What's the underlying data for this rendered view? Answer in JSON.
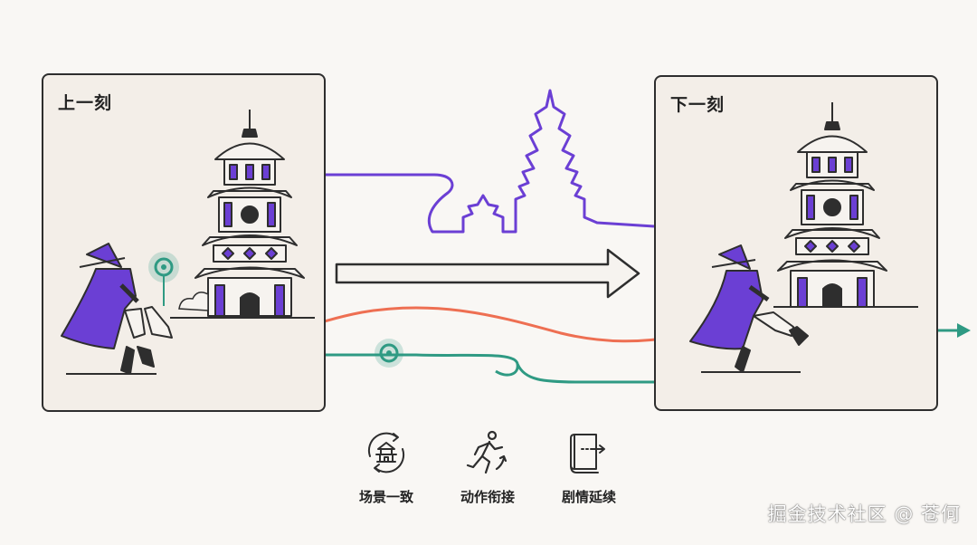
{
  "panels": {
    "left_title": "上一刻",
    "right_title": "下一刻"
  },
  "legend": [
    {
      "label": "场景一致",
      "icon": "pagoda-cycle-icon"
    },
    {
      "label": "动作衔接",
      "icon": "running-figure-icon"
    },
    {
      "label": "剧情延续",
      "icon": "book-arrow-icon"
    }
  ],
  "watermark": "掘金技术社区 @ 苍何",
  "colors": {
    "purple": "#6b3fd4",
    "orange": "#ee6f52",
    "teal": "#2f9a83",
    "dark": "#2e2e2e",
    "panel_bg": "#f3eee8"
  }
}
